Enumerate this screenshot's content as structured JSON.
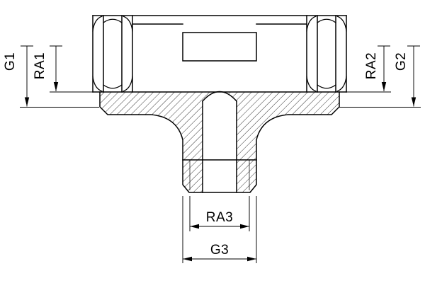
{
  "drawing": {
    "labels": {
      "g1": "G1",
      "ra1": "RA1",
      "ra2": "RA2",
      "g2": "G2",
      "ra3": "RA3",
      "g3": "G3"
    },
    "colors": {
      "line": "#000000",
      "background": "#ffffff"
    }
  }
}
